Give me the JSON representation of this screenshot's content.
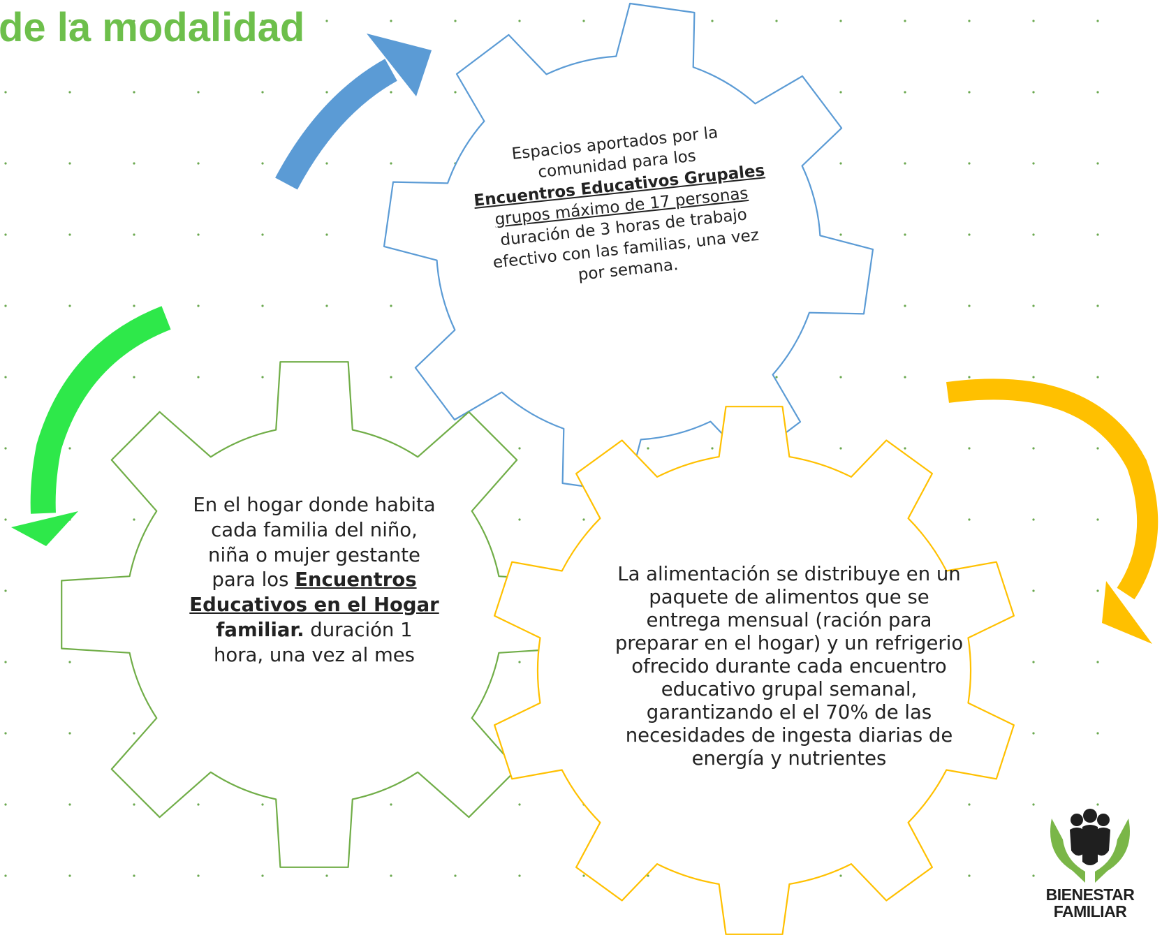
{
  "title": "de la modalidad",
  "colors": {
    "title": "#6dbf4b",
    "blue_gear": "#5b9bd5",
    "green_gear": "#70ad47",
    "yellow_gear": "#ffc000",
    "blue_arrow": "#5b9bd5",
    "green_arrow": "#2ee84a",
    "yellow_arrow": "#ffc000",
    "logo_green": "#7ab648",
    "logo_dark": "#1f1f1f"
  },
  "gears": {
    "blue": {
      "line1": "Espacios aportados por la",
      "line2": "comunidad  para los",
      "bold_underline": "Encuentros Educativos Grupales",
      "underline": "grupos máximo de 17 personas",
      "rest": "duración de 3 horas de trabajo efectivo con las familias, una vez por semana."
    },
    "green": {
      "intro": "En el hogar donde habita cada familia del niño, niña o mujer gestante para los",
      "bold_underline": "Encuentros Educativos en el Hogar",
      "bold": "familiar.",
      "rest": "duración 1 hora, una vez al mes"
    },
    "yellow": {
      "text": "La alimentación se distribuye en un paquete de alimentos que se entrega mensual (ración para preparar en el hogar) y un refrigerio ofrecido durante cada encuentro educativo grupal semanal, garantizando el el 70% de las  necesidades de ingesta diarias de energía y nutrientes"
    }
  },
  "logo": {
    "line1": "BIENESTAR",
    "line2": "FAMILIAR"
  }
}
